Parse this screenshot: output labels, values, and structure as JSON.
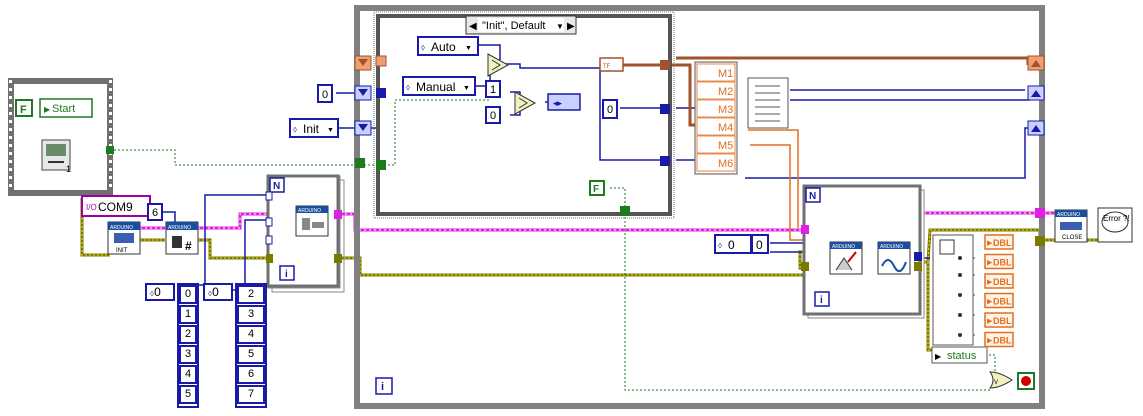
{
  "case_selector": {
    "label": "\"Init\", Default"
  },
  "start_button": {
    "bool_text": "F",
    "label": "Start"
  },
  "serial_port": {
    "value": "COM9",
    "io_prefix": "I/O"
  },
  "baud_const": {
    "value": "6"
  },
  "init_vi": {
    "header": "ARDUINO",
    "caption": "INIT"
  },
  "close_vi": {
    "header": "ARDUINO",
    "caption": "CLOSE"
  },
  "error_handler": {
    "label": "Error ?!"
  },
  "enum_auto": {
    "value": "Auto"
  },
  "enum_manual": {
    "value": "Manual"
  },
  "enum_init": {
    "value": "Init"
  },
  "const_zero_a": {
    "value": "0"
  },
  "const_one": {
    "value": "1"
  },
  "const_zero_b": {
    "value": "0"
  },
  "const_zero_c": {
    "value": "0"
  },
  "const_zero_d": {
    "value": "0"
  },
  "false_const": {
    "value": "F"
  },
  "tf_const": {
    "value": "TF"
  },
  "loop_n": {
    "value": "N"
  },
  "loop_i": {
    "value": "i"
  },
  "array_index_left": {
    "value": "0"
  },
  "array_left": {
    "values": [
      "0",
      "1",
      "2",
      "3",
      "4",
      "5"
    ]
  },
  "array_index_right": {
    "value": "0"
  },
  "array_right": {
    "values": [
      "2",
      "3",
      "4",
      "5",
      "6",
      "7"
    ]
  },
  "bundle_m": {
    "items": [
      "M1",
      "M2",
      "M3",
      "M4",
      "M5",
      "M6"
    ]
  },
  "index_zero_pair": {
    "a": "0",
    "b": "0"
  },
  "dbl_outputs": {
    "items": [
      "DBL",
      "DBL",
      "DBL",
      "DBL",
      "DBL",
      "DBL"
    ]
  },
  "status_unbundle": {
    "label": "status"
  },
  "colors": {
    "wire_error": "#7a7a00",
    "wire_ref": "#e020e0",
    "wire_num": "#1a1aa8",
    "wire_bool": "#1e7a1e",
    "wire_dbl": "#e07020",
    "wire_cluster": "#a0522d",
    "frame": "#707070"
  }
}
